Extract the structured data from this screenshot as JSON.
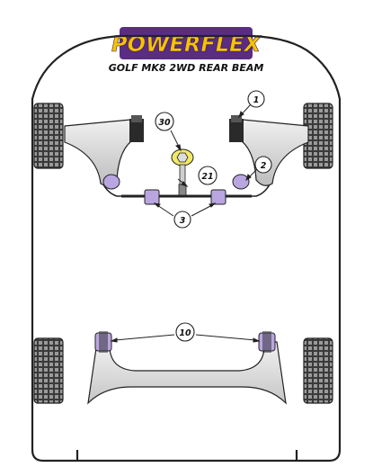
{
  "brand": {
    "logo_text": "POWERFLEX",
    "logo_color": "#f5c400",
    "logo_outline": "#5a2d82"
  },
  "diagram": {
    "subtitle": "GOLF MK8 2WD REAR BEAM",
    "callouts": [
      {
        "label": "1"
      },
      {
        "label": "2"
      },
      {
        "label": "30"
      },
      {
        "label": "21"
      },
      {
        "label": "3"
      },
      {
        "label": "10"
      }
    ]
  },
  "colors": {
    "body_outline": "#222222",
    "arm_fill": "#d9d9d9",
    "bush_purple": "#b9a6e0",
    "bush_dark": "#2a2a2a",
    "link_yellow": "#f2ea68",
    "tyre": "#3a3a3a",
    "tyre_tread": "#9a9a9a"
  }
}
